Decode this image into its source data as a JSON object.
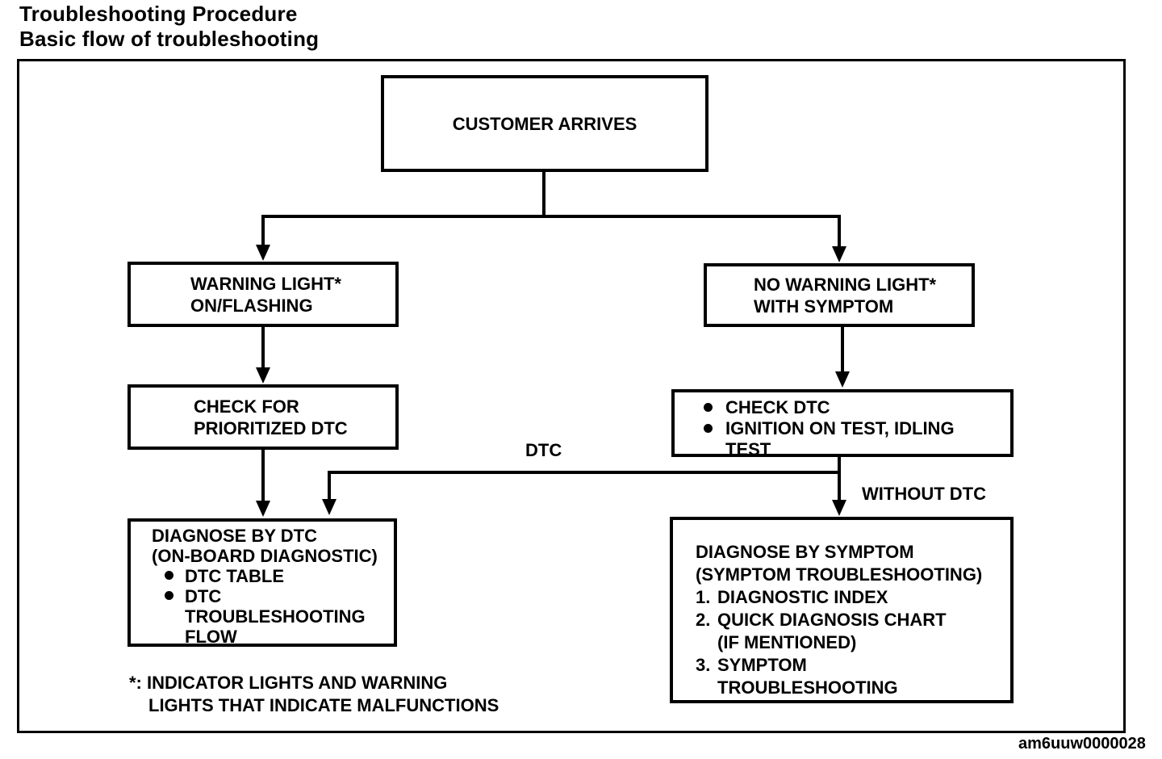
{
  "title": {
    "line1": "Troubleshooting Procedure",
    "line2": "Basic flow of troubleshooting"
  },
  "flowchart": {
    "customer_arrives": {
      "label": "CUSTOMER ARRIVES"
    },
    "warning_light": {
      "line1": "WARNING LIGHT*",
      "line2": "ON/FLASHING"
    },
    "no_warning_light": {
      "line1": "NO WARNING LIGHT*",
      "line2": "WITH SYMPTOM"
    },
    "check_prioritized_dtc": {
      "line1": "CHECK FOR",
      "line2": "PRIORITIZED DTC"
    },
    "check_dtc": {
      "bullets": [
        {
          "lines": [
            "CHECK DTC"
          ]
        },
        {
          "lines": [
            "IGNITION ON TEST, IDLING",
            "TEST"
          ]
        }
      ]
    },
    "dtc_branch_label": "DTC",
    "without_dtc_branch_label": "WITHOUT DTC",
    "diagnose_by_dtc": {
      "line1": "DIAGNOSE BY DTC",
      "line2": "(ON-BOARD DIAGNOSTIC)",
      "bullets": [
        {
          "lines": [
            "DTC TABLE"
          ]
        },
        {
          "lines": [
            "DTC",
            "TROUBLESHOOTING",
            "FLOW"
          ]
        }
      ]
    },
    "diagnose_by_symptom": {
      "line1": "DIAGNOSE BY SYMPTOM",
      "line2": "(SYMPTOM TROUBLESHOOTING)",
      "items": [
        {
          "num": "1.",
          "lines": [
            "DIAGNOSTIC INDEX"
          ]
        },
        {
          "num": "2.",
          "lines": [
            "QUICK DIAGNOSIS CHART",
            "(IF MENTIONED)"
          ]
        },
        {
          "num": "3.",
          "lines": [
            "SYMPTOM",
            "TROUBLESHOOTING"
          ]
        }
      ]
    },
    "footnote": {
      "line1": "*: INDICATOR LIGHTS AND WARNING",
      "line2": "LIGHTS THAT INDICATE MALFUNCTIONS"
    }
  },
  "figure_code": "am6uuw0000028",
  "colors": {
    "ink": "#000000",
    "paper": "#ffffff"
  }
}
